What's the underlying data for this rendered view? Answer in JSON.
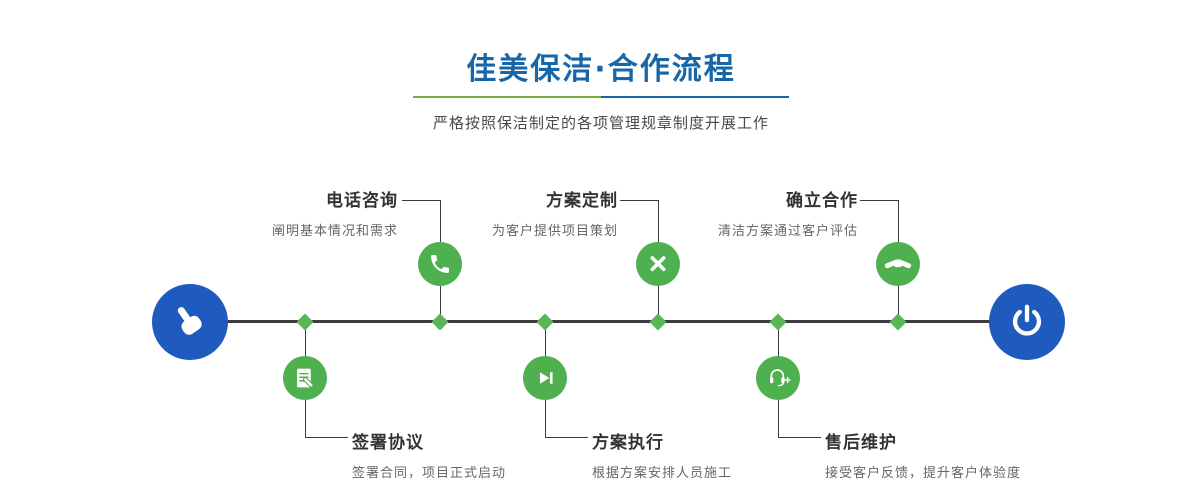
{
  "header": {
    "title": "佳美保洁·合作流程",
    "subtitle": "严格按照保洁制定的各项管理规章制度开展工作"
  },
  "colors": {
    "title_blue": "#1766a8",
    "divider_green": "#76b13c",
    "divider_blue": "#1766a8",
    "step_green": "#4eb04e",
    "endpoint_blue": "#1f5bbf",
    "line_dark": "#3b3b3b"
  },
  "endpoints": {
    "start_icon": "pointing-hand-icon",
    "end_icon": "power-icon"
  },
  "steps_top": [
    {
      "title": "电话咨询",
      "desc": "阐明基本情况和需求",
      "icon": "phone-icon"
    },
    {
      "title": "方案定制",
      "desc": "为客户提供项目策划",
      "icon": "pencil-design-icon"
    },
    {
      "title": "确立合作",
      "desc": "清洁方案通过客户评估",
      "icon": "handshake-icon"
    }
  ],
  "steps_bottom": [
    {
      "title": "签署协议",
      "desc": "签署合同，项目正式启动",
      "icon": "contract-icon"
    },
    {
      "title": "方案执行",
      "desc": "根据方案安排人员施工",
      "icon": "play-icon"
    },
    {
      "title": "售后维护",
      "desc": "接受客户反馈，提升客户体验度",
      "icon": "support-headset-icon"
    }
  ]
}
